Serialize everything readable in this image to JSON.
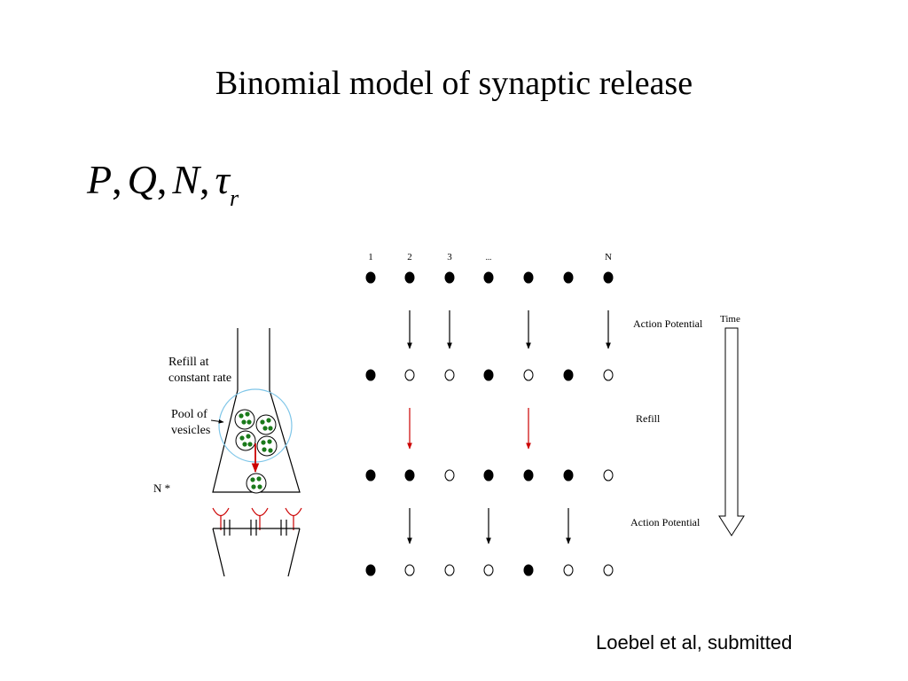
{
  "title": "Binomial model of  synaptic release",
  "formula": {
    "symbols": [
      "P",
      "Q",
      "N",
      "τ"
    ],
    "subscript": "r",
    "separator": ","
  },
  "synapse_diagram": {
    "label_refill": [
      "Refill at",
      "constant rate"
    ],
    "label_pool": [
      "Pool of",
      "vesicles"
    ],
    "label_n": "N *"
  },
  "grid_diagram": {
    "column_labels": [
      "1",
      "2",
      "3",
      "...",
      "",
      "",
      "N"
    ],
    "rows": [
      [
        "full",
        "full",
        "full",
        "full",
        "full",
        "full",
        "full"
      ],
      [
        "full",
        "empty",
        "empty",
        "full",
        "empty",
        "full",
        "empty"
      ],
      [
        "full",
        "full",
        "empty",
        "full",
        "full",
        "full",
        "empty"
      ],
      [
        "full",
        "empty",
        "empty",
        "empty",
        "full",
        "empty",
        "empty"
      ]
    ],
    "transitions": [
      {
        "label": "Action Potential",
        "arrows": [
          1,
          2,
          4,
          6
        ],
        "color": "#000000"
      },
      {
        "label": "Refill",
        "arrows": [
          1,
          4
        ],
        "color": "#cc0000"
      },
      {
        "label": "Action Potential",
        "arrows": [
          1,
          3,
          5
        ],
        "color": "#000000"
      }
    ],
    "time_label": "Time"
  },
  "citation": "Loebel et al, submitted",
  "colors": {
    "vesicle_fill": "#1a7a1a",
    "pool_circle": "#7fc6e8",
    "refill_arrow": "#cc0000",
    "release_site": "#cc0000"
  }
}
